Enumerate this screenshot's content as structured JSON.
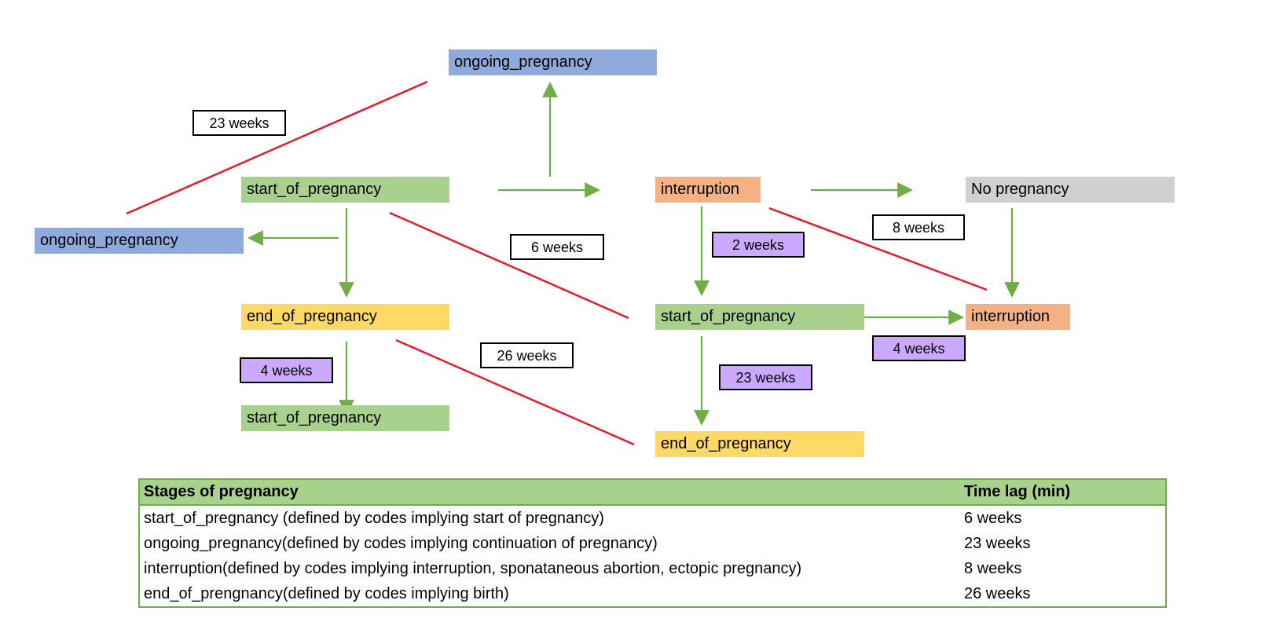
{
  "colors": {
    "start": "#a9d18e",
    "ongoing": "#8faadc",
    "interruption": "#f4b183",
    "end": "#ffd966",
    "none": "#d0d0d0",
    "arrow": "#70ad47",
    "lag_line": "#e8192c",
    "lag_box_purple": "#cba9ff"
  },
  "nodes": {
    "ongoing_top": "ongoing_pregnancy",
    "start_left": "start_of_pregnancy",
    "ongoing_left": "ongoing_pregnancy",
    "end_left": "end_of_pregnancy",
    "start_bottom_left": "start_of_pregnancy",
    "interruption_mid": "interruption",
    "no_pregnancy": "No pregnancy",
    "start_mid": "start_of_pregnancy",
    "interruption_right": "interruption",
    "end_mid": "end_of_pregnancy"
  },
  "lags": {
    "lag_23_top": "23 weeks",
    "lag_6": "6 weeks",
    "lag_2": "2 weeks",
    "lag_8": "8 weeks",
    "lag_4_left": "4 weeks",
    "lag_26": "26 weeks",
    "lag_23_mid": "23 weeks",
    "lag_4_right": "4 weeks"
  },
  "table": {
    "header": {
      "stage": "Stages of pregnancy",
      "lag": "Time lag (min)"
    },
    "rows": [
      {
        "stage": "start_of_pregnancy (defined by codes implying start of pregnancy)",
        "lag": "6 weeks"
      },
      {
        "stage": "ongoing_pregnancy(defined by codes implying continuation of pregnancy)",
        "lag": "23 weeks"
      },
      {
        "stage": "interruption(defined by codes implying interruption, sponataneous abortion, ectopic pregnancy)",
        "lag": "8 weeks"
      },
      {
        "stage": "end_of_prengnancy(defined by codes implying birth)",
        "lag": "26 weeks"
      }
    ]
  }
}
